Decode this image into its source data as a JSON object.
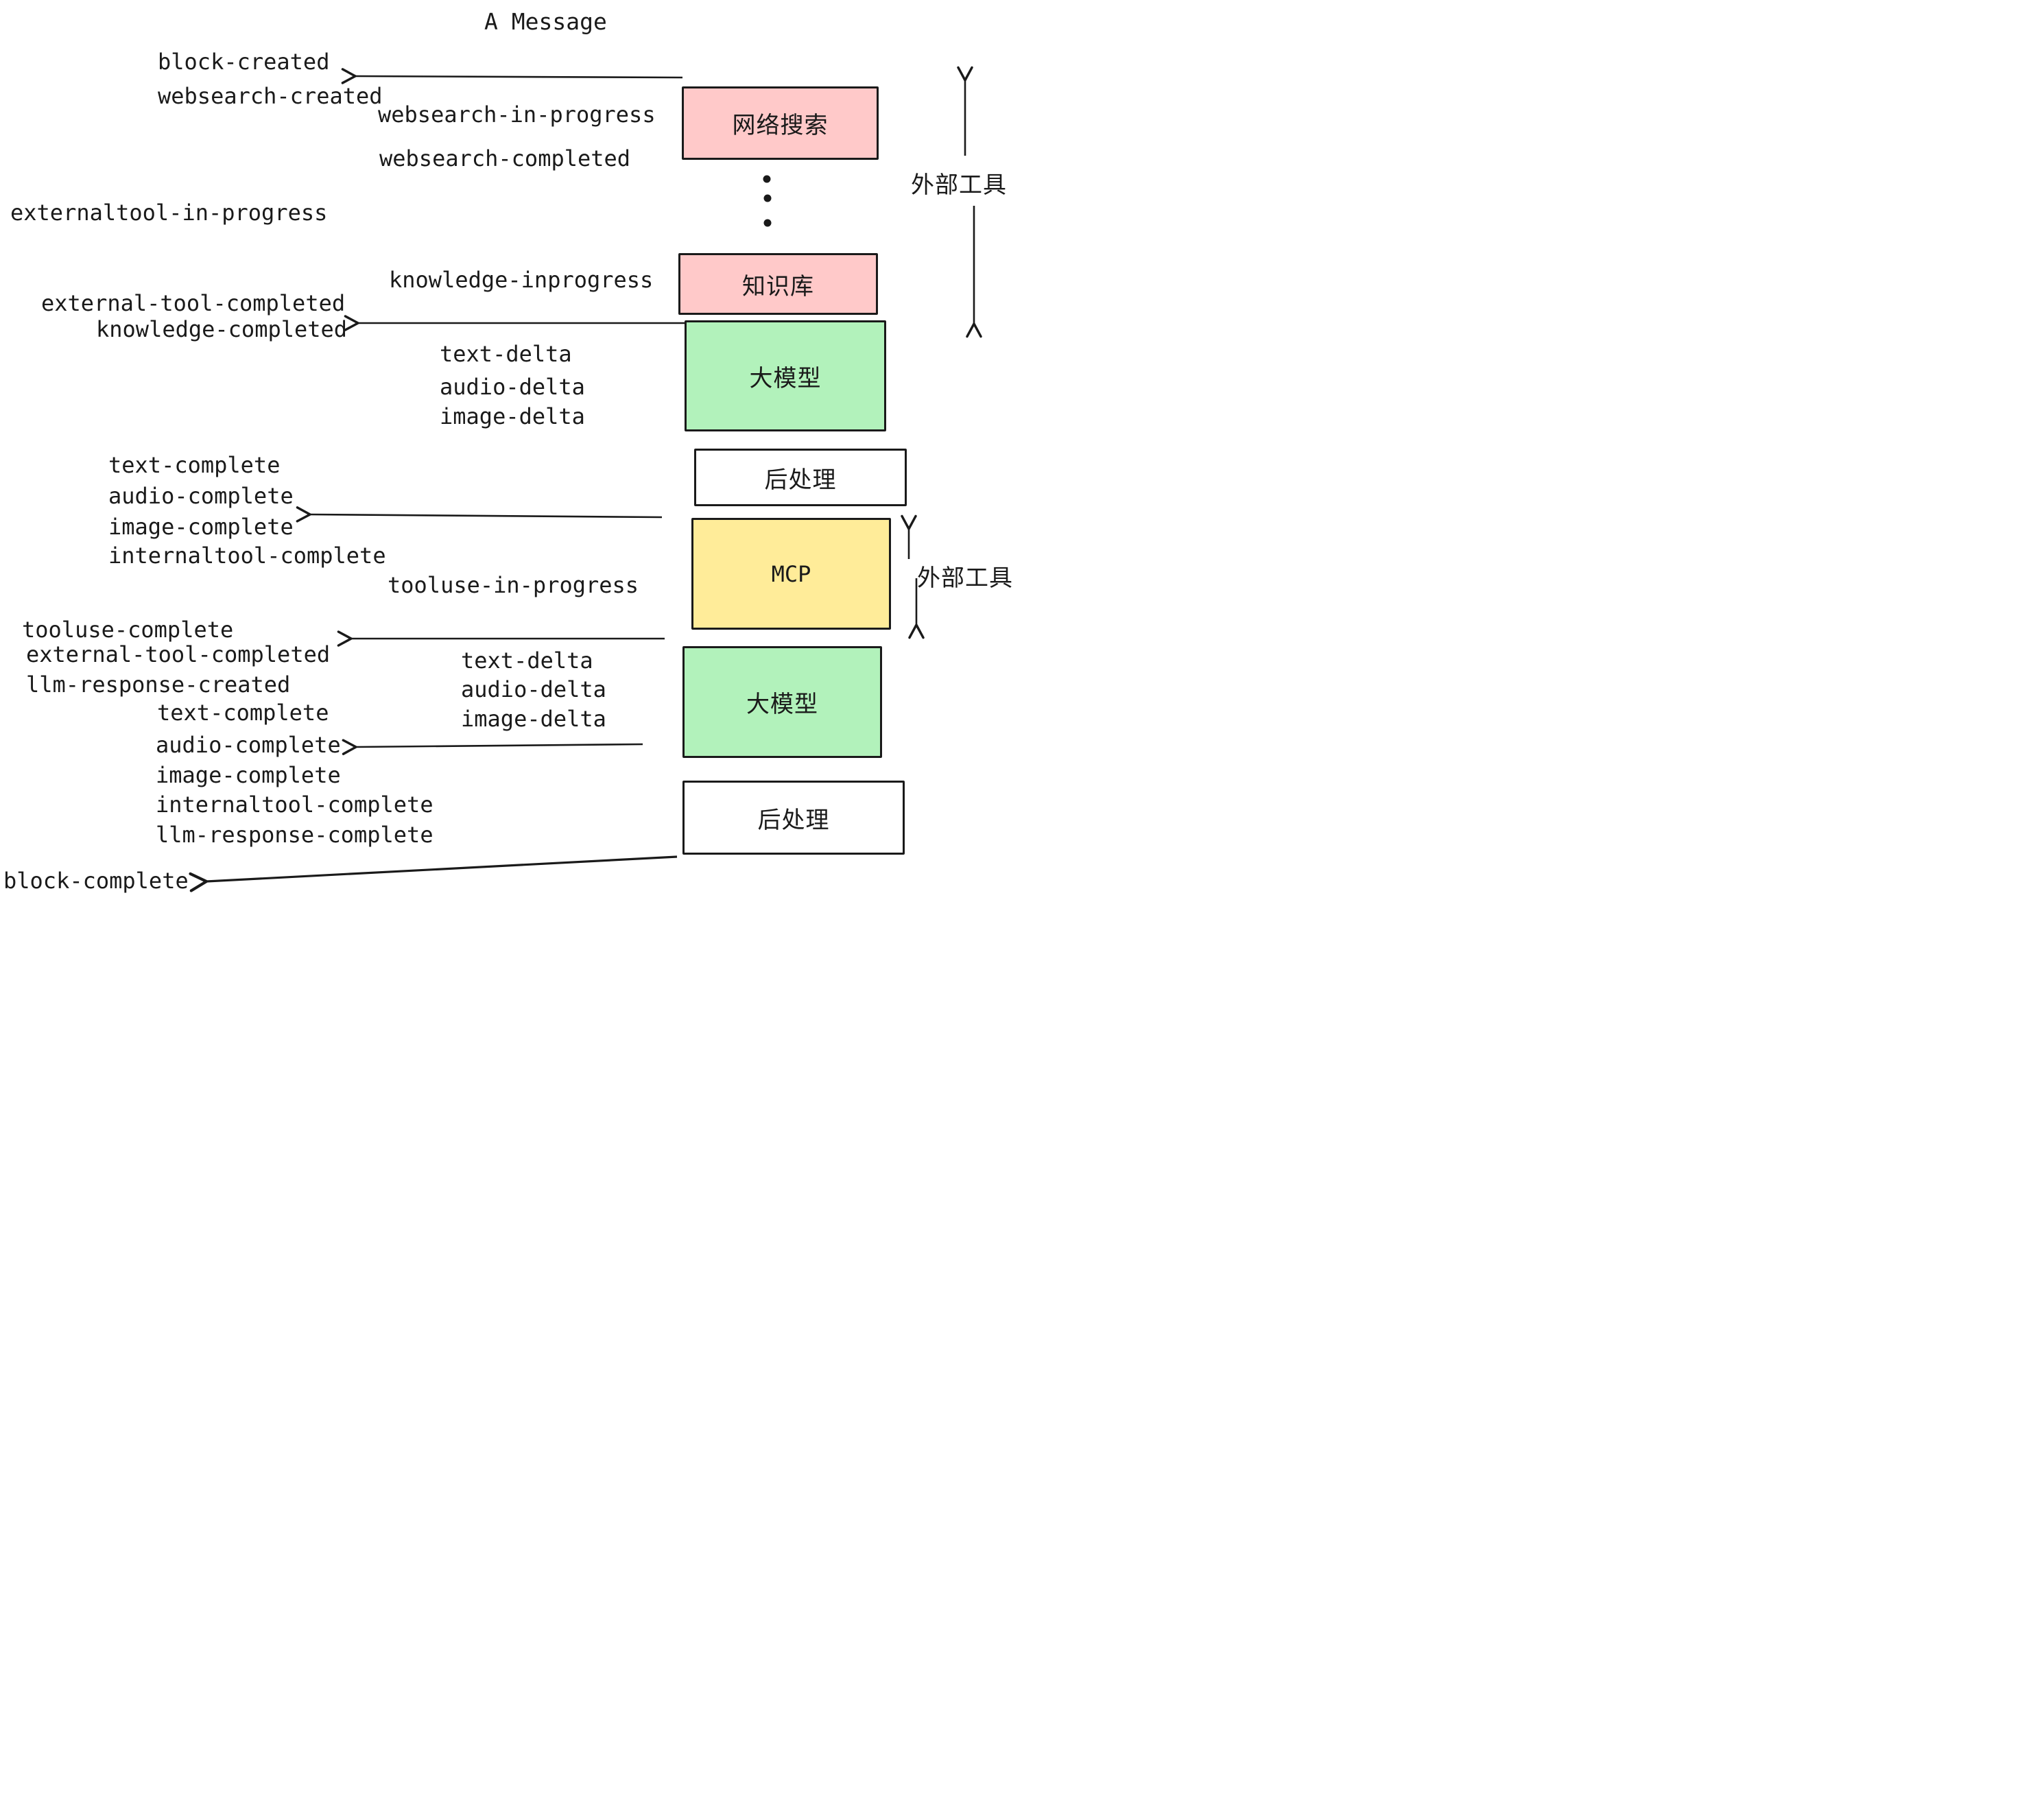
{
  "title": "A Message",
  "boxes": {
    "websearch": {
      "label": "网络搜索",
      "color": "#ffc9c9"
    },
    "knowledge": {
      "label": "知识库",
      "color": "#ffc9c9"
    },
    "llm1": {
      "label": "大模型",
      "color": "#b2f2bb"
    },
    "post1": {
      "label": "后处理",
      "color": "#ffffff"
    },
    "mcp": {
      "label": "MCP",
      "color": "#ffec99"
    },
    "llm2": {
      "label": "大模型",
      "color": "#b2f2bb"
    },
    "post2": {
      "label": "后处理",
      "color": "#ffffff"
    }
  },
  "side_labels": {
    "external_tools_top": "外部工具",
    "external_tools_mid": "外部工具"
  },
  "events": {
    "block_created": "block-created",
    "websearch_created": "websearch-created",
    "websearch_in_progress": "websearch-in-progress",
    "websearch_completed": "websearch-completed",
    "externaltool_in_progress": "externaltool-in-progress",
    "knowledge_inprogress": "knowledge-inprogress",
    "external_tool_completed_1": "external-tool-completed",
    "knowledge_completed": "knowledge-completed",
    "text_delta_1": "text-delta",
    "audio_delta_1": "audio-delta",
    "image_delta_1": "image-delta",
    "text_complete_1": "text-complete",
    "audio_complete_1": "audio-complete",
    "image_complete_1": "image-complete",
    "internaltool_complete_1": "internaltool-complete",
    "tooluse_in_progress": "tooluse-in-progress",
    "tooluse_complete": "tooluse-complete",
    "external_tool_completed_2": "external-tool-completed",
    "llm_response_created": "llm-response-created",
    "text_delta_2": "text-delta",
    "audio_delta_2": "audio-delta",
    "image_delta_2": "image-delta",
    "text_complete_2": "text-complete",
    "audio_complete_2": "audio-complete",
    "image_complete_2": "image-complete",
    "internaltool_complete_2": "internaltool-complete",
    "llm_response_complete": "llm-response-complete",
    "block_complete": "block-complete"
  },
  "colors": {
    "stroke": "#1a1a1a",
    "pink": "#ffc9c9",
    "green": "#b2f2bb",
    "yellow": "#ffec99",
    "white": "#ffffff"
  }
}
